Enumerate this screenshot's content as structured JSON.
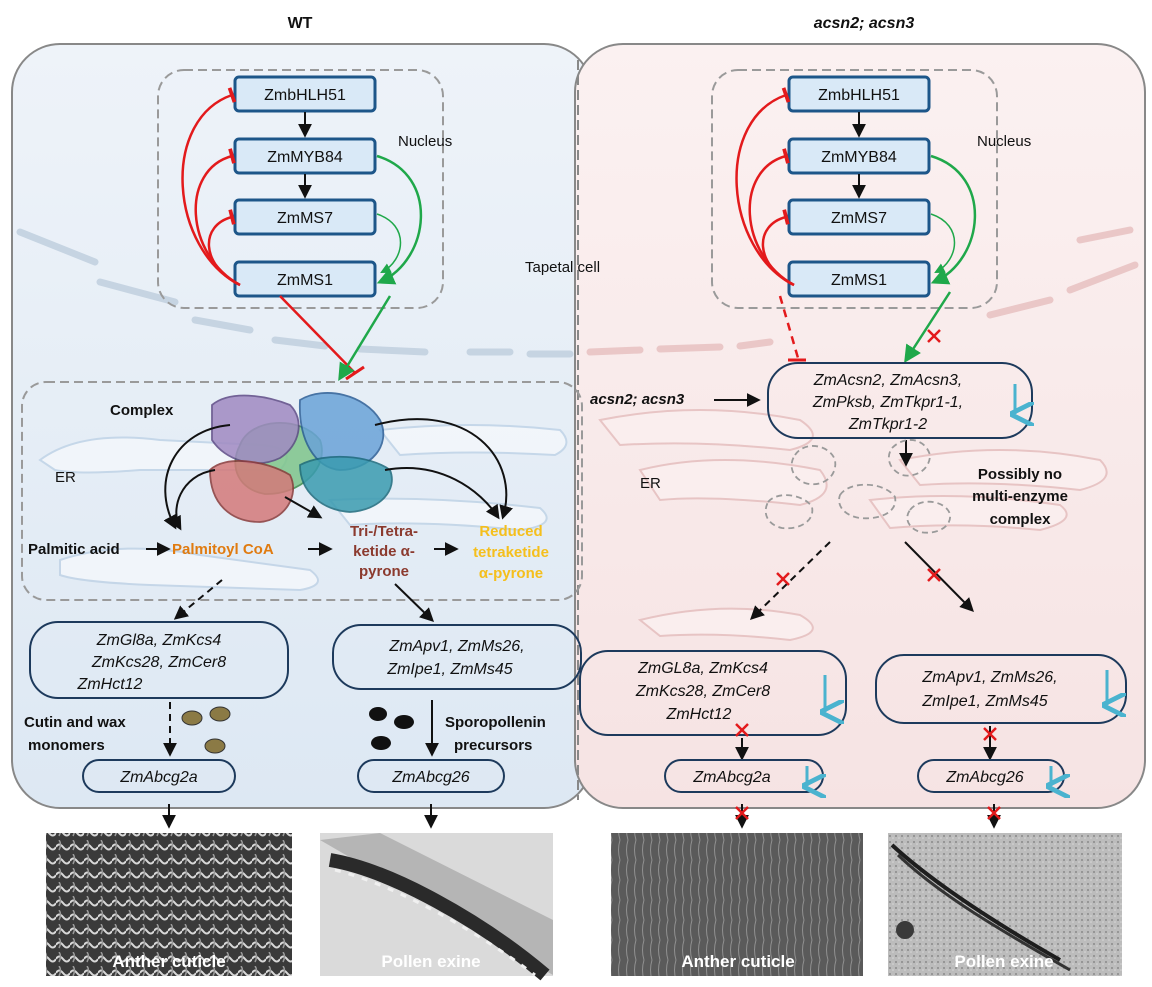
{
  "panels": {
    "wt": {
      "title": "WT",
      "nucleus_label": "Nucleus",
      "genes": [
        "ZmbHLH51",
        "ZmMYB84",
        "ZmMS7",
        "ZmMS1"
      ],
      "complex_label": "Complex",
      "er_label": "ER",
      "palmitic_acid": "Palmitic acid",
      "palmitoyl_coa": "Palmitoyl CoA",
      "pyrone_lines": [
        "Tri-/Tetra-",
        "ketide α-",
        "pyrone"
      ],
      "reduced_lines": [
        "Reduced",
        "tetraketide",
        "α-pyrone"
      ],
      "cutin_genes_lines": [
        "ZmGl8a, ZmKcs4",
        "ZmKcs28, ZmCer8",
        "ZmHct12"
      ],
      "sporo_genes_lines": [
        "ZmApv1, ZmMs26,",
        "ZmIpe1, ZmMs45"
      ],
      "cutin_wax_lines": [
        "Cutin and wax",
        "monomers"
      ],
      "sporo_precursor_lines": [
        "Sporopollenin",
        "precursors"
      ],
      "abcg_left": "ZmAbcg2a",
      "abcg_right": "ZmAbcg26",
      "image_left_caption": "Anther cuticle",
      "image_right_caption": "Pollen exine"
    },
    "mutant": {
      "title": "acsn2; acsn3",
      "nucleus_label": "Nucleus",
      "genes": [
        "ZmbHLH51",
        "ZmMYB84",
        "ZmMS7",
        "ZmMS1"
      ],
      "mutant_input": "acsn2; acsn3",
      "target_genes_lines": [
        "ZmAcsn2, ZmAcsn3,",
        "ZmPksb, ZmTkpr1-1,",
        "ZmTkpr1-2"
      ],
      "er_label": "ER",
      "no_complex_lines": [
        "Possibly no",
        "multi-enzyme",
        "complex"
      ],
      "cutin_genes_lines": [
        "ZmGL8a, ZmKcs4",
        "ZmKcs28, ZmCer8",
        "ZmHct12"
      ],
      "sporo_genes_lines": [
        "ZmApv1, ZmMs26,",
        "ZmIpe1, ZmMs45"
      ],
      "abcg_left": "ZmAbcg2a",
      "abcg_right": "ZmAbcg26",
      "image_left_caption": "Anther cuticle",
      "image_right_caption": "Pollen exine"
    }
  },
  "tapetal_cell_label": "Tapetal cell",
  "colors": {
    "repress": "#e31a1c",
    "activate": "#1fa84a",
    "down_arrow": "#4ab3cf",
    "gene_box_fill": "#d9e9f7",
    "gene_box_stroke": "#1d5689",
    "palmitoyl": "#e07b10",
    "pyrone": "#8b3a2e",
    "reduced": "#f5bf1c",
    "wt_bg": "#e4edf6",
    "mutant_bg": "#f8e6e6"
  }
}
